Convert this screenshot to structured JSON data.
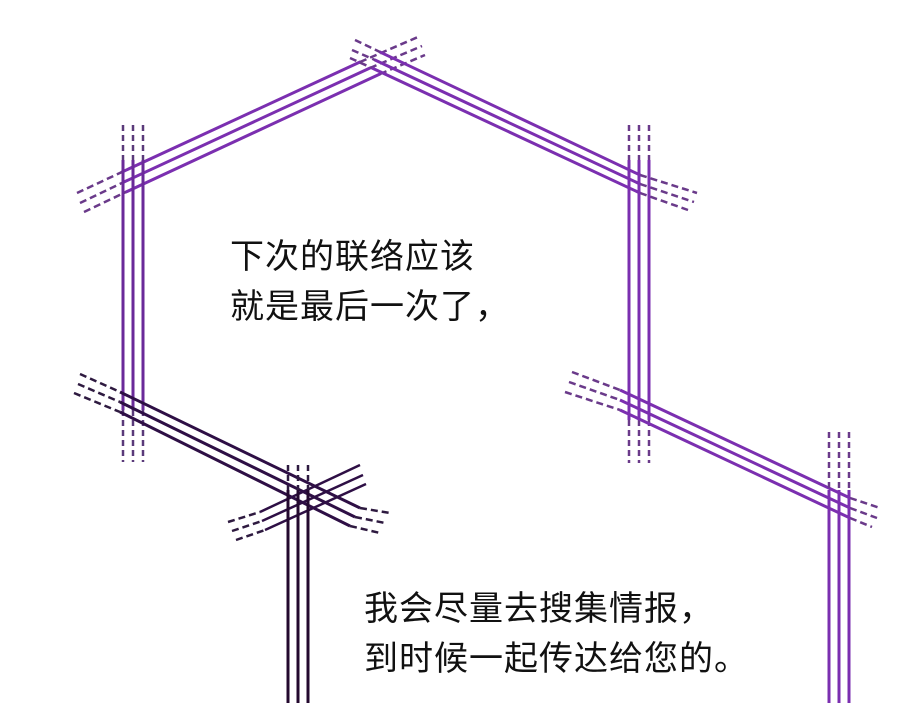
{
  "panel": {
    "background": "#ffffff",
    "line_color_primary": "#7b2fb0",
    "line_color_dark": "#2a0f3d"
  },
  "captions": [
    {
      "lines": [
        "下次的联络应该",
        "就是最后一次了，"
      ]
    },
    {
      "lines": [
        "我会尽量去搜集情报，",
        "到时候一起传达给您的。"
      ]
    }
  ]
}
